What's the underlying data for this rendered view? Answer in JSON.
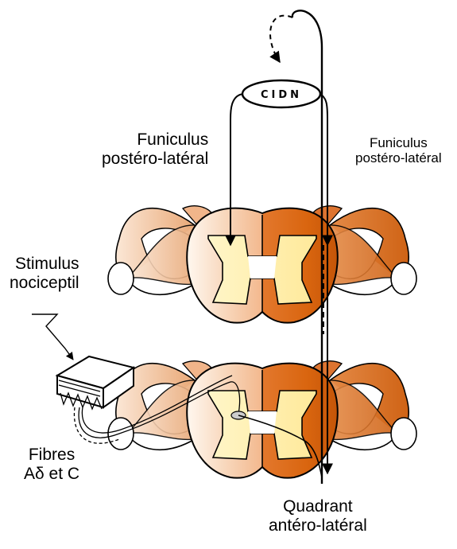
{
  "labels": {
    "funiculus_left": [
      "Funiculus",
      "postéro-latéral"
    ],
    "funiculus_right": [
      "Funiculus",
      "postéro-latéral"
    ],
    "stimulus": [
      "Stimulus",
      "nociceptil"
    ],
    "fibres": [
      "Fibres",
      "Aδ et C"
    ],
    "quadrant": [
      "Quadrant",
      "antéro-latéral"
    ],
    "cidn": "CIDN"
  },
  "colors": {
    "light_tissue": "#f7d2b6",
    "dark_tissue": "#d9650f",
    "mid_tissue": "#ec9a5c",
    "grey_matter": "#fff3b8",
    "outline": "#000000"
  }
}
